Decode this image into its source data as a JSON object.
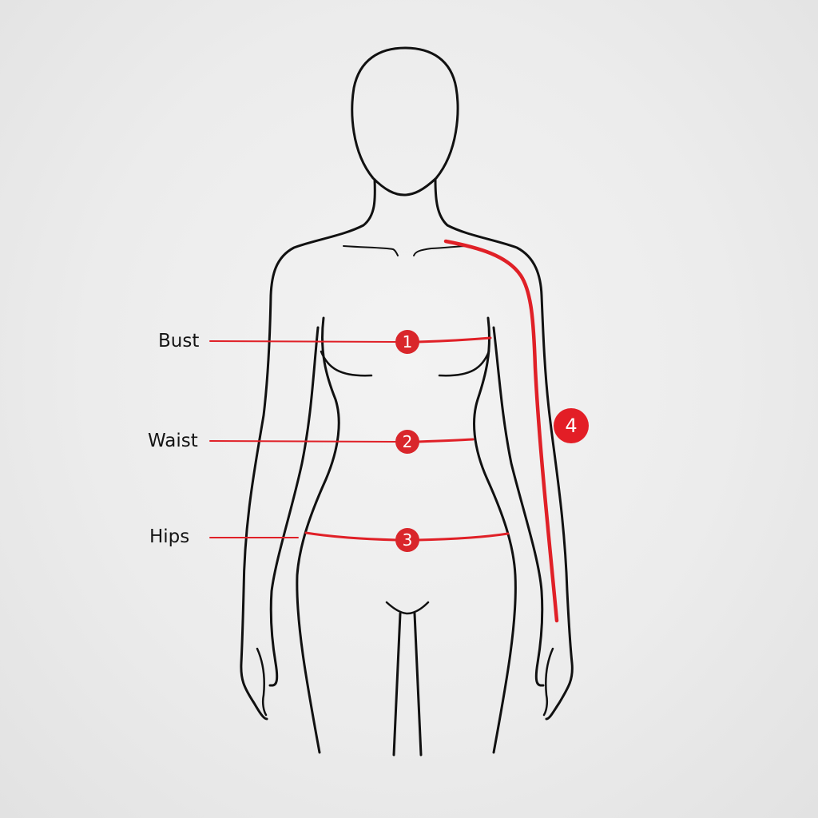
{
  "diagram": {
    "type": "body-measurement-guide",
    "colors": {
      "outline": "#111111",
      "measure_line": "#e02027",
      "badge": "#d9262b",
      "background": "#eeeeee"
    },
    "measurements": [
      {
        "number": "1",
        "label": "Bust"
      },
      {
        "number": "2",
        "label": "Waist"
      },
      {
        "number": "3",
        "label": "Hips"
      },
      {
        "number": "4",
        "label": ""
      }
    ]
  }
}
